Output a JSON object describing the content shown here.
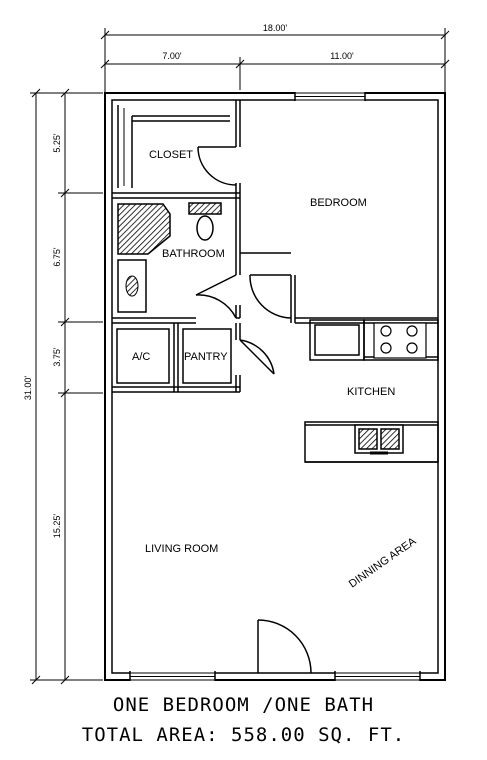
{
  "dimensions": {
    "overall_width": "18.00'",
    "left_width": "7.00'",
    "right_width": "11.00'",
    "overall_height": "31.00'",
    "heights": [
      "5.25'",
      "6.75'",
      "3.75'",
      "15.25'"
    ]
  },
  "rooms": {
    "closet": "CLOSET",
    "bedroom": "BEDROOM",
    "bathroom": "BATHROOM",
    "ac": "A/C",
    "pantry": "PANTRY",
    "kitchen": "KITCHEN",
    "living_room": "LIVING ROOM",
    "dining_area": "DINNING AREA"
  },
  "footer": {
    "line1": "ONE BEDROOM /ONE BATH",
    "line2": "TOTAL AREA: 558.00 SQ. FT."
  }
}
